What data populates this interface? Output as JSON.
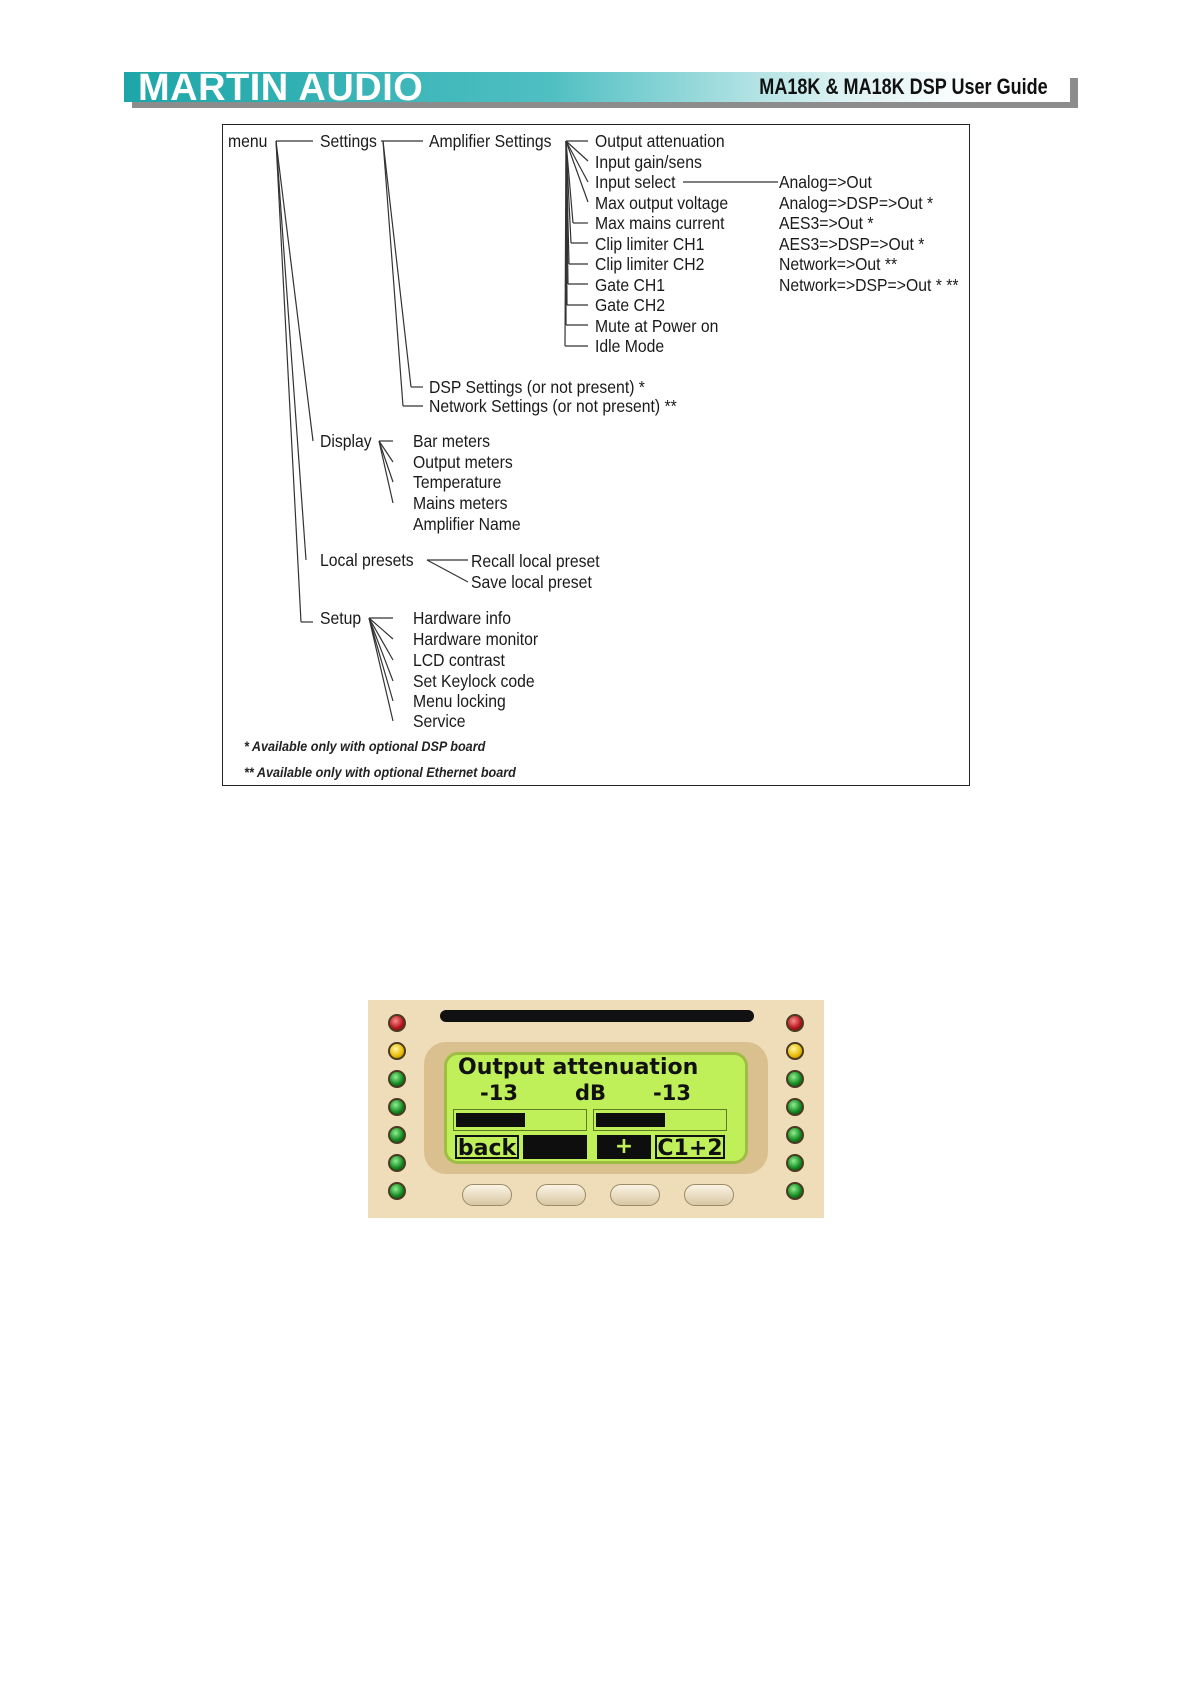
{
  "header": {
    "brand": "MARTIN AUDIO",
    "guide_title": "MA18K & MA18K DSP User Guide"
  },
  "menu_tree": {
    "root": "menu",
    "settings": "Settings",
    "amplifier_settings": "Amplifier Settings",
    "amplifier_items": [
      "Output attenuation",
      "Input gain/sens",
      "Input select",
      "Max output voltage",
      "Max mains current",
      "Clip limiter CH1",
      "Clip limiter CH2",
      "Gate CH1",
      "Gate CH2",
      "Mute at Power on",
      "Idle Mode"
    ],
    "input_select_options": [
      "Analog=>Out",
      "Analog=>DSP=>Out *",
      "AES3=>Out *",
      "AES3=>DSP=>Out *",
      "Network=>Out **",
      "Network=>DSP=>Out * **"
    ],
    "dsp_settings": "DSP Settings (or not present) *",
    "network_settings": "Network Settings (or not present) **",
    "display": "Display",
    "display_items": [
      "Bar meters",
      "Output meters",
      "Temperature",
      "Mains meters",
      "Amplifier Name"
    ],
    "local_presets": "Local presets",
    "local_preset_items": [
      "Recall local preset",
      "Save local preset"
    ],
    "setup": "Setup",
    "setup_items": [
      "Hardware info",
      "Hardware monitor",
      "LCD contrast",
      "Set Keylock code",
      "Menu locking",
      "Service"
    ],
    "notes": [
      "* Available only with optional DSP board",
      "** Available only with optional Ethernet board"
    ]
  },
  "lcd": {
    "title": "Output attenuation",
    "value_left": "-13",
    "unit": "dB",
    "value_right": "-13",
    "meter_left_level": 0.55,
    "meter_right_level": 0.55,
    "softkeys": [
      "back",
      "",
      "+",
      "C1+2"
    ]
  },
  "panel": {
    "led_colors": [
      "#b0141a",
      "#e8b900",
      "#11861f",
      "#11861f",
      "#11861f",
      "#11861f",
      "#11861f"
    ]
  }
}
